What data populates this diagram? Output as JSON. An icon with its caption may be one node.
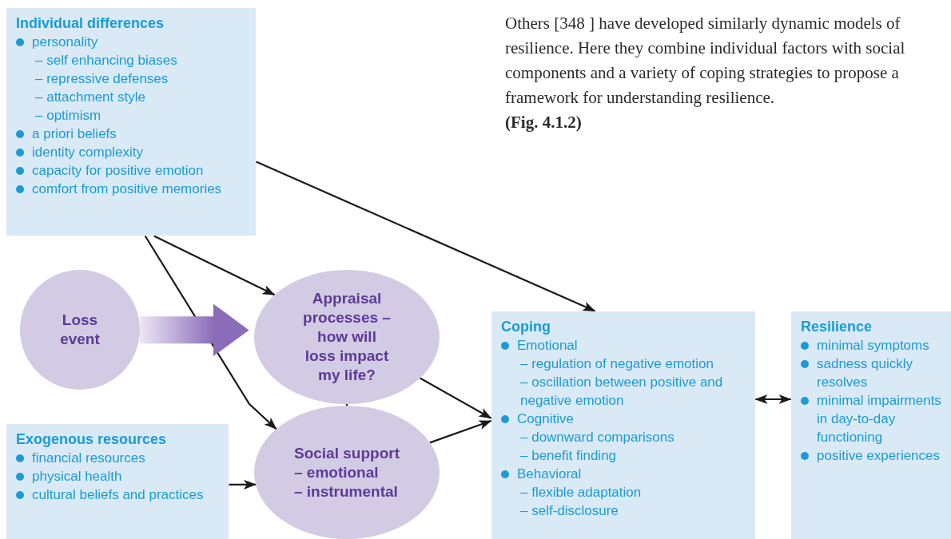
{
  "diagram": {
    "nodes": [
      {
        "text": [
          "Individual differences",
          "personality",
          "– self enhancing biases",
          "– repressive defenses",
          "– attachment style",
          "– optimism",
          "a priori beliefs",
          "identity complexity",
          "capacity for positive emotion",
          "comfort from positive memories"
        ]
      },
      {
        "text": [
          "Loss event"
        ]
      },
      {
        "text": [
          "Appraisal processes – how will loss impact my life?"
        ]
      },
      {
        "text": [
          "Exogenous resources",
          "financial resources",
          "physical health",
          "cultural beliefs and practices"
        ]
      },
      {
        "text": [
          "Social support",
          "– emotional",
          "– instrumental"
        ]
      },
      {
        "text": [
          "Coping",
          "Emotional",
          "– regulation of negative emotion",
          "– oscillation between positive and negative emotion",
          "Cognitive",
          "– downward comparisons",
          "– benefit finding",
          "Behavioral",
          "– flexible adaptation",
          "– self-disclosure"
        ]
      },
      {
        "text": [
          "Resilience",
          "minimal symptoms",
          "sadness quickly resolves",
          "minimal impairments in day-to-day functioning",
          "positive experiences"
        ]
      }
    ],
    "edges": [
      {
        "from": 0,
        "to": 2,
        "arrow": "to"
      },
      {
        "from": 0,
        "to": 4,
        "arrow": "to"
      },
      {
        "from": 0,
        "to": 5,
        "arrow": "to"
      },
      {
        "from": 1,
        "to": 2,
        "arrow": "to",
        "style": "thick",
        "color": "#8a6cb8"
      },
      {
        "from": 2,
        "to": 4,
        "arrow": "both"
      },
      {
        "from": 3,
        "to": 4,
        "arrow": "to"
      },
      {
        "from": 2,
        "to": 5,
        "arrow": "to"
      },
      {
        "from": 4,
        "to": 5,
        "arrow": "to"
      },
      {
        "from": 5,
        "to": 6,
        "arrow": "both"
      }
    ],
    "labels": [
      "Others [348 ] have developed similarly dynamic models of resilience. Here they combine individual factors with social components and a variety of coping strategies to propose a framework for understanding resilience.",
      "(Fig. 4.1.2)"
    ]
  }
}
